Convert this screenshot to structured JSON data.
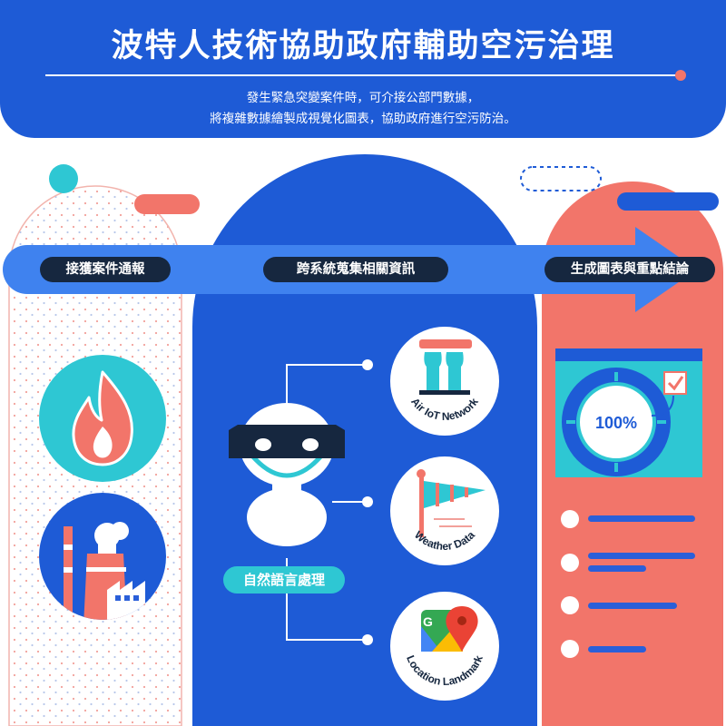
{
  "header": {
    "title": "波特人技術協助政府輔助空污治理",
    "subtitle_line1": "發生緊急突變案件時，可介接公部門數據，",
    "subtitle_line2": "將複雜數據繪製成視覺化圖表，協助政府進行空污防治。"
  },
  "stages": [
    {
      "label": "接獲案件通報"
    },
    {
      "label": "跨系統蒐集相關資訊"
    },
    {
      "label": "生成圖表與重點結論"
    }
  ],
  "nlp_label": "自然語言處理",
  "sources": [
    {
      "label": "Air IoT Network",
      "icon": "cooling-tower-icon"
    },
    {
      "label": "Weather Data",
      "icon": "windsock-icon"
    },
    {
      "label": "Location Landmark",
      "icon": "map-pin-icon"
    }
  ],
  "report": {
    "percent_label": "100%"
  },
  "colors": {
    "brand_blue": "#1e5bd6",
    "coral": "#f2756a",
    "teal": "#2ec7d3",
    "navy": "#16273f"
  }
}
